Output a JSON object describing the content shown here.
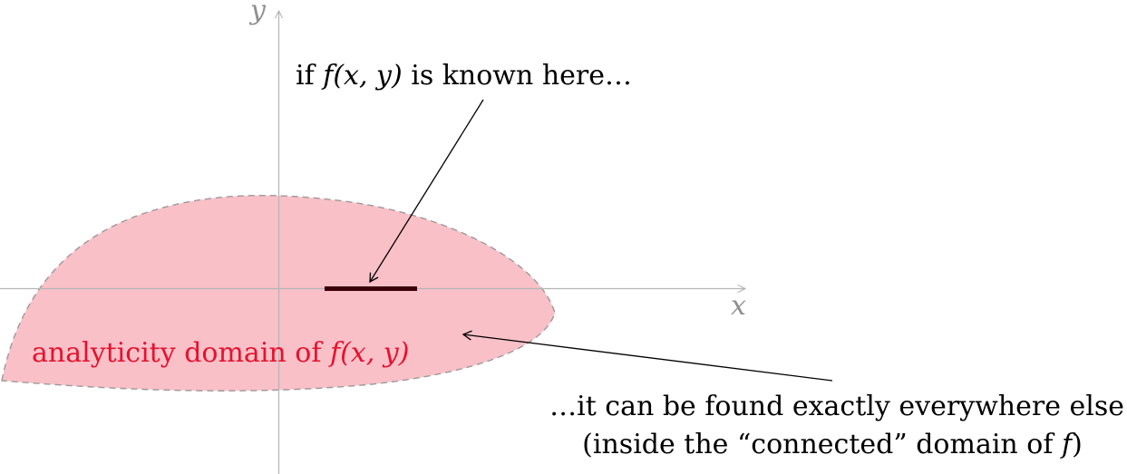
{
  "axes": {
    "x_label": "x",
    "y_label": "y"
  },
  "annotations": {
    "top": {
      "prefix": "if ",
      "math": "f(x, y)",
      "suffix": " is known here…"
    },
    "domain": {
      "prefix": "analyticity domain of ",
      "math": "f(x, y)"
    },
    "bottom": {
      "line1": "…it can be found exactly everywhere else",
      "line2_prefix": "(inside the “connected” domain of ",
      "line2_math": "f",
      "line2_suffix": ")"
    }
  },
  "colors": {
    "domain_fill": "#f9c0c8",
    "domain_border": "#9a9a9a",
    "domain_text": "#e8112d",
    "segment": "#3a0008",
    "axis": "#b5b5b5",
    "arrow": "#000000"
  }
}
